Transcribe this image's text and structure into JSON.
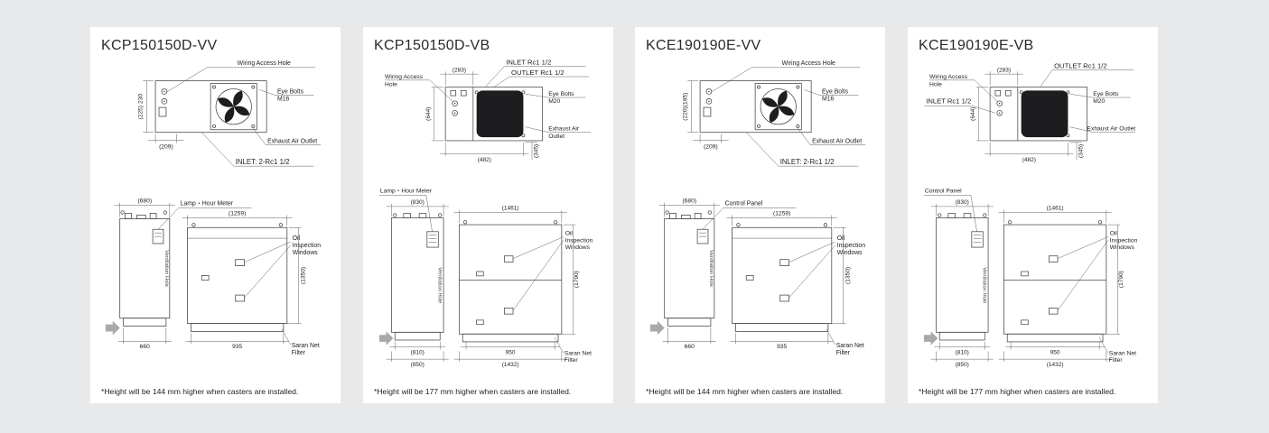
{
  "page": {
    "background_color": "#e8e9ea",
    "panel_color": "#ffffff",
    "line_color": "#4a4a4a",
    "dark_fill_color": "#1d1d1f",
    "arrow_color": "#a7a9ab"
  },
  "panels": [
    {
      "title": "KCP150150D-VV",
      "note": "*Height will be 144 mm higher when casters are installed.",
      "top": {
        "wiring": "Wiring Access Hole",
        "eye_bolts_1": "Eye Bolts",
        "eye_bolts_2": "M16",
        "exhaust": "Exhaust Air Outlet",
        "inlet": "INLET: 2-Rc1 1/2",
        "dim_side": "(225) 230",
        "dim_bottom": "(209)"
      },
      "front": {
        "dim_left_top": "(680)",
        "device_label": "Lamp・Hour Meter",
        "dim_right_top": "(1259)",
        "oil_1": "Oil",
        "oil_2": "Inspection",
        "oil_3": "Windows",
        "dim_height": "(1350)",
        "vent": "Ventilation Hole",
        "dim_left_bottom": "660",
        "dim_right_bottom": "935",
        "saran_1": "Saran Net",
        "saran_2": "Filter"
      }
    },
    {
      "title": "KCP150150D-VB",
      "note": "*Height will be 177 mm higher when casters are installed.",
      "top": {
        "dim_top": "(283)",
        "inlet": "INLET Rc1 1/2",
        "outlet": "OUTLET Rc1 1/2",
        "wiring_1": "Wiring Access",
        "wiring_2": "Hole",
        "eye_bolts_1": "Eye Bolts",
        "eye_bolts_2": "M20",
        "exhaust_1": "Exhaust Air",
        "exhaust_2": "Outlet",
        "dim_side": "(644)",
        "dim_bottom": "(482)",
        "dim_bottom_side": "(345)"
      },
      "front": {
        "device_label": "Lamp・Hour Meter",
        "dim_left_top": "(830)",
        "dim_right_top": "(1461)",
        "oil_1": "Oil",
        "oil_2": "Inspection",
        "oil_3": "Windows",
        "dim_height": "(1790)",
        "vent": "Ventilation Hole",
        "dim_left_bottom_1": "(810)",
        "dim_left_bottom_2": "(850)",
        "dim_right_bottom_1": "950",
        "dim_right_bottom_2": "(1432)",
        "saran_1": "Saran Net",
        "saran_2": "Filter"
      }
    },
    {
      "title": "KCE190190E-VV",
      "note": "*Height will be 144 mm higher when casters are installed.",
      "top": {
        "wiring": "Wiring Access Hole",
        "eye_bolts_1": "Eye Bolts",
        "eye_bolts_2": "M16",
        "exhaust": "Exhaust Air Outlet",
        "inlet": "INLET: 2-Rc1 1/2",
        "dim_side": "(220)(195)",
        "dim_bottom": "(209)"
      },
      "front": {
        "dim_left_top": "(680)",
        "device_label": "Control Panel",
        "dim_right_top": "(1259)",
        "oil_1": "Oil",
        "oil_2": "Inspection",
        "oil_3": "Windows",
        "dim_height": "(1350)",
        "vent": "Ventilation Hole",
        "dim_left_bottom": "660",
        "dim_right_bottom": "935",
        "saran_1": "Saran Net",
        "saran_2": "Filter"
      }
    },
    {
      "title": "KCE190190E-VB",
      "note": "*Height will be 177 mm higher when casters are installed.",
      "top": {
        "dim_top": "(283)",
        "outlet": "OUTLET Rc1 1/2",
        "inlet": "INLET Rc1 1/2",
        "wiring_1": "Wiring Access",
        "wiring_2": "Hole",
        "eye_bolts_1": "Eye Bolts",
        "eye_bolts_2": "M20",
        "exhaust": "Exhaust Air Outlet",
        "dim_side": "(644)",
        "dim_bottom": "(482)",
        "dim_bottom_side": "(345)"
      },
      "front": {
        "device_label": "Control Panel",
        "dim_left_top": "(830)",
        "dim_right_top": "(1461)",
        "oil_1": "Oil",
        "oil_2": "Inspection",
        "oil_3": "Windows",
        "dim_height": "(1790)",
        "vent": "Ventilation Hole",
        "dim_left_bottom_1": "(810)",
        "dim_left_bottom_2": "(850)",
        "dim_right_bottom_1": "950",
        "dim_right_bottom_2": "(1432)",
        "saran_1": "Saran Net",
        "saran_2": "Filter"
      }
    }
  ]
}
